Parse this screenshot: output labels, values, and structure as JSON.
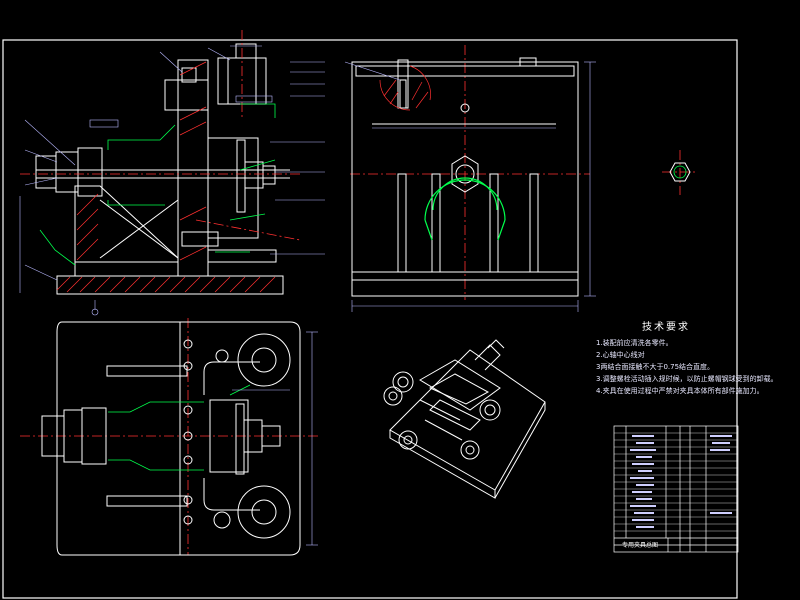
{
  "tech_requirements": {
    "title": "技术要求",
    "items": [
      "1.装配前应清洗各零件。",
      "2.心轴中心线对",
      "3两结合面接触不大于0.75结合直度。",
      "3.调整螺栓活动插入规时候，以防止螺帽钢球受到的卸载。",
      "4.夹具在使用过程中严禁对夹具本体所有部件施加力。"
    ]
  },
  "title_block": {
    "name": "专用夹具总图"
  },
  "colors": {
    "background": "#000000",
    "frame": "#ffffff",
    "part": "#ffffff",
    "centerline": "#ff3030",
    "hatch": "#ff3030",
    "dimension": "#b8b8ff",
    "leader": "#00ff4c",
    "accent": "#00ff4c"
  }
}
